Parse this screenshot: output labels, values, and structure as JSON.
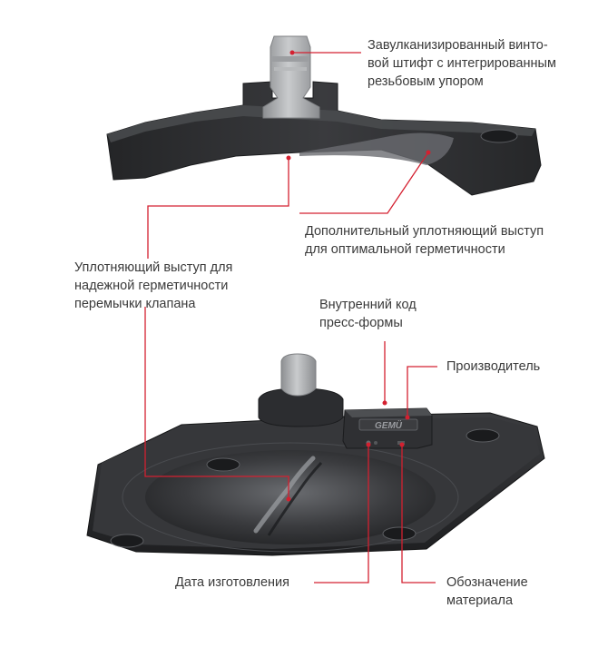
{
  "labels": {
    "stud": {
      "lines": [
        "Завулканизированный винто-",
        "вой штифт с интегрированным",
        "резьбовым упором"
      ]
    },
    "extra_lip": {
      "lines": [
        "Дополнительный уплотняющий выступ",
        "для оптимальной герметичности"
      ]
    },
    "sealing_lip": {
      "lines": [
        "Уплотняющий выступ для",
        "надежной герметичности",
        "перемычки клапана"
      ]
    },
    "mold_code": {
      "lines": [
        "Внутренний код",
        "пресс-формы"
      ]
    },
    "manufacturer": {
      "lines": [
        "Производитель"
      ]
    },
    "date": {
      "lines": [
        "Дата изготовления"
      ]
    },
    "material": {
      "lines": [
        "Обозначение",
        "материала"
      ]
    }
  },
  "logo_text": "GEMÜ",
  "colors": {
    "leader_line": "#d42030",
    "text": "#3a3a3a",
    "rubber": "#2e2f31",
    "rubber_dark": "#1c1d1f",
    "rubber_light": "#55575a",
    "metal": "#a9abad"
  }
}
